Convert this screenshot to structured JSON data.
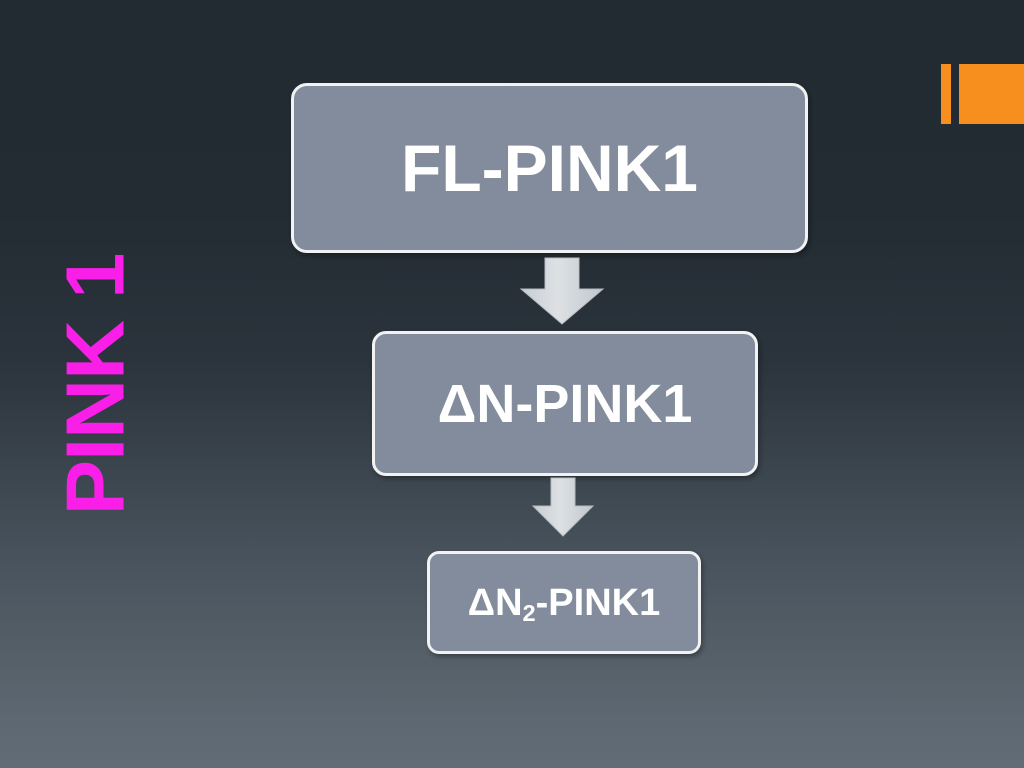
{
  "slide": {
    "vertical_title": "PINK 1",
    "title_color": "#F91FE8",
    "background_top_color": "#232b33",
    "background_bottom_color": "#626c76",
    "accent_color": "#F78F1E"
  },
  "decoration": {
    "thin_bar_name": "orange-thin-bar",
    "block_bar_name": "orange-block-bar"
  },
  "diagram": {
    "type": "flowchart",
    "direction": "top-to-bottom",
    "node_fill_color": "#838C9C",
    "node_border_color": "#F2F2F2",
    "node_text_color": "#FFFFFF",
    "arrow_color": "#D4D8DC",
    "nodes": [
      {
        "id": "fl-pink1",
        "label": "FL-PINK1",
        "subscript": ""
      },
      {
        "id": "dn-pink1",
        "label": "ΔN-PINK1",
        "subscript": ""
      },
      {
        "id": "dn2-pink1",
        "label_before": "ΔN",
        "subscript": "2",
        "label_after": "-PINK1"
      }
    ],
    "edges": [
      {
        "from": "fl-pink1",
        "to": "dn-pink1",
        "glyph": "down-arrow"
      },
      {
        "from": "dn-pink1",
        "to": "dn2-pink1",
        "glyph": "down-arrow"
      }
    ]
  }
}
